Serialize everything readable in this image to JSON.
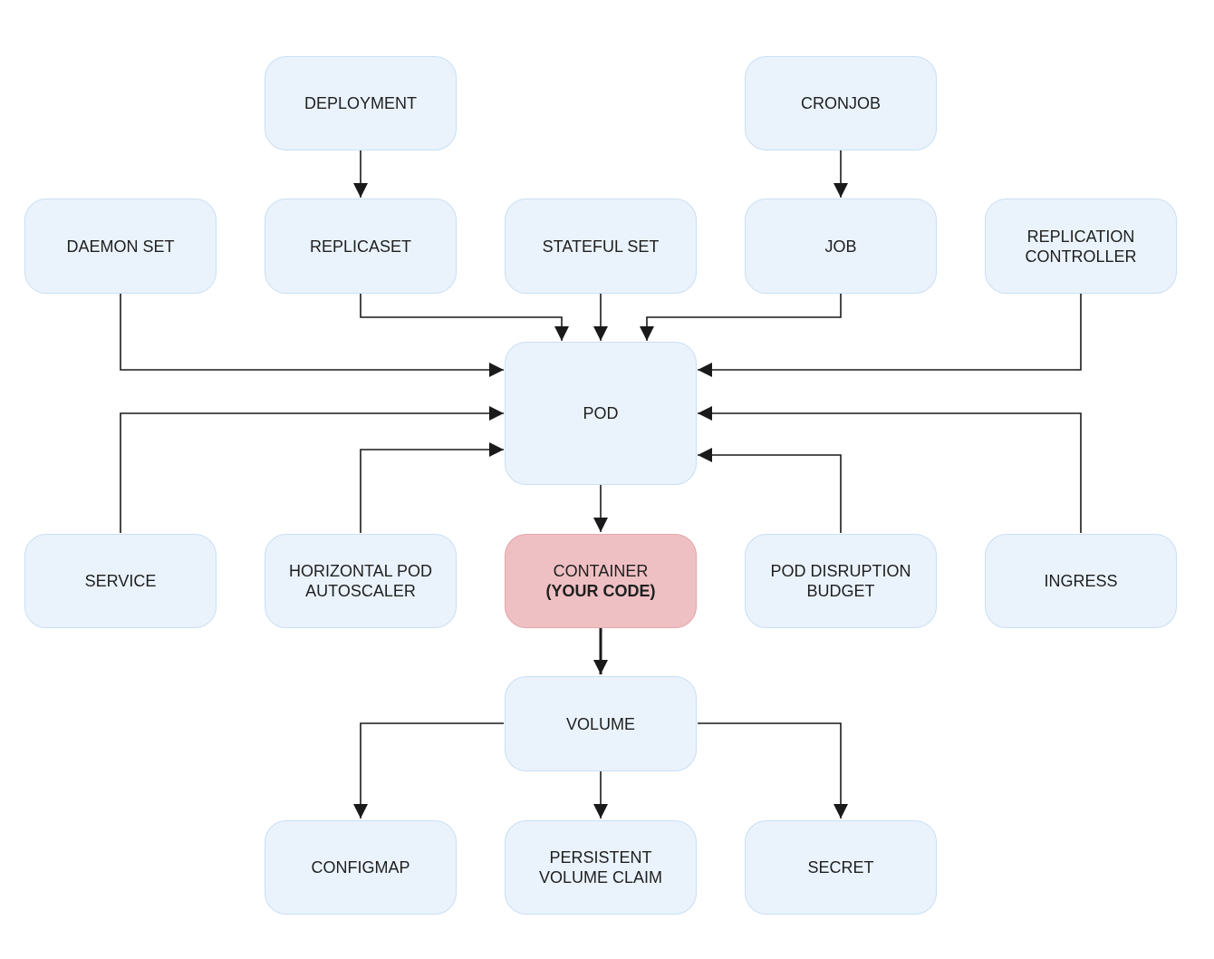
{
  "nodes": {
    "deployment": {
      "line1": "DEPLOYMENT"
    },
    "cronjob": {
      "line1": "CRONJOB"
    },
    "daemon_set": {
      "line1": "DAEMON SET"
    },
    "replicaset": {
      "line1": "REPLICASET"
    },
    "stateful_set": {
      "line1": "STATEFUL SET"
    },
    "job": {
      "line1": "JOB"
    },
    "replication_controller": {
      "line1": "REPLICATION",
      "line2": "CONTROLLER"
    },
    "pod": {
      "line1": "POD"
    },
    "service": {
      "line1": "SERVICE"
    },
    "horizontal_pod_autoscaler": {
      "line1": "HORIZONTAL POD",
      "line2": "AUTOSCALER"
    },
    "container": {
      "line1": "CONTAINER",
      "line2": "(YOUR CODE)"
    },
    "pod_disruption_budget": {
      "line1": "POD DISRUPTION",
      "line2": "BUDGET"
    },
    "ingress": {
      "line1": "INGRESS"
    },
    "volume": {
      "line1": "VOLUME"
    },
    "configmap": {
      "line1": "CONFIGMAP"
    },
    "persistent_volume_claim": {
      "line1": "PERSISTENT",
      "line2": "VOLUME CLAIM"
    },
    "secret": {
      "line1": "SECRET"
    }
  },
  "edges": [
    {
      "from": "deployment",
      "to": "replicaset"
    },
    {
      "from": "cronjob",
      "to": "job"
    },
    {
      "from": "replicaset",
      "to": "pod"
    },
    {
      "from": "stateful_set",
      "to": "pod"
    },
    {
      "from": "job",
      "to": "pod"
    },
    {
      "from": "daemon_set",
      "to": "pod"
    },
    {
      "from": "replication_controller",
      "to": "pod"
    },
    {
      "from": "service",
      "to": "pod"
    },
    {
      "from": "horizontal_pod_autoscaler",
      "to": "pod"
    },
    {
      "from": "pod_disruption_budget",
      "to": "pod"
    },
    {
      "from": "ingress",
      "to": "pod"
    },
    {
      "from": "pod",
      "to": "container"
    },
    {
      "from": "container",
      "to": "volume"
    },
    {
      "from": "volume",
      "to": "configmap"
    },
    {
      "from": "volume",
      "to": "persistent_volume_claim"
    },
    {
      "from": "volume",
      "to": "secret"
    }
  ],
  "colors": {
    "node_fill": "#eaf3fc",
    "node_border": "#c9dff3",
    "highlight_fill": "#efc0c3",
    "line": "#1a1a1a"
  }
}
